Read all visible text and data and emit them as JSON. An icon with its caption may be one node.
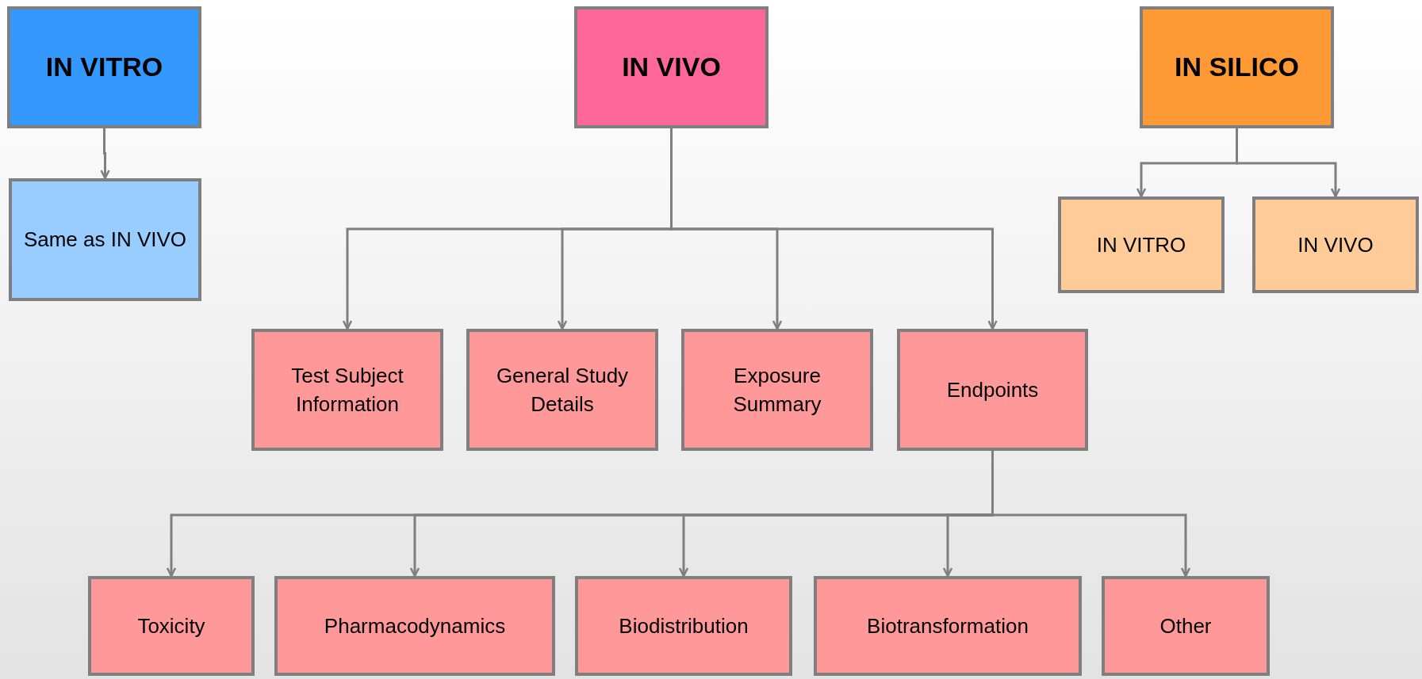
{
  "diagram": {
    "nodes": [
      {
        "text": [
          "IN VITRO"
        ]
      },
      {
        "text": [
          "IN VIVO"
        ]
      },
      {
        "text": [
          "IN SILICO"
        ]
      },
      {
        "text": [
          "Same as IN VIVO"
        ]
      },
      {
        "text": [
          "IN VITRO"
        ]
      },
      {
        "text": [
          "IN VIVO"
        ]
      },
      {
        "text": [
          "Test Subject Information"
        ]
      },
      {
        "text": [
          "General Study Details"
        ]
      },
      {
        "text": [
          "Exposure Summary"
        ]
      },
      {
        "text": [
          "Endpoints"
        ]
      },
      {
        "text": [
          "Toxicity"
        ]
      },
      {
        "text": [
          "Pharmacodynamics"
        ]
      },
      {
        "text": [
          "Biodistribution"
        ]
      },
      {
        "text": [
          "Biotransformation"
        ]
      },
      {
        "text": [
          "Other"
        ]
      }
    ],
    "edges": [
      {
        "from": 0,
        "to": 3,
        "arrow": "to"
      },
      {
        "from": 2,
        "to": 4,
        "arrow": "to"
      },
      {
        "from": 2,
        "to": 5,
        "arrow": "to"
      },
      {
        "from": 1,
        "to": 6,
        "arrow": "to"
      },
      {
        "from": 1,
        "to": 7,
        "arrow": "to"
      },
      {
        "from": 1,
        "to": 8,
        "arrow": "to"
      },
      {
        "from": 1,
        "to": 9,
        "arrow": "to"
      },
      {
        "from": 9,
        "to": 10,
        "arrow": "to"
      },
      {
        "from": 9,
        "to": 11,
        "arrow": "to"
      },
      {
        "from": 9,
        "to": 12,
        "arrow": "to"
      },
      {
        "from": 9,
        "to": 13,
        "arrow": "to"
      },
      {
        "from": 9,
        "to": 14,
        "arrow": "to"
      }
    ]
  }
}
